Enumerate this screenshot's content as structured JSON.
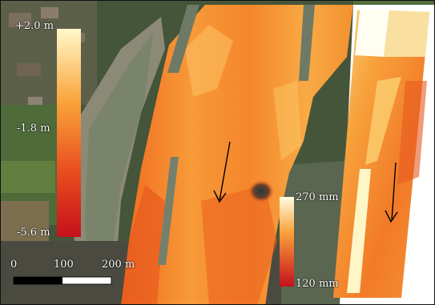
{
  "map": {
    "colors": {
      "low": "#c8141e",
      "mid": "#f57a22",
      "high": "#fff8c8",
      "vegetation": "#3f5233",
      "river": "#6d7a6a"
    }
  },
  "elevation_legend": {
    "max_label": "+2.0 m",
    "mid_label": "-1.8 m",
    "min_label": "-5.6 m"
  },
  "thickness_legend": {
    "max_label": "270 mm",
    "min_label": "120 mm"
  },
  "scale_bar": {
    "labels": [
      "0",
      "100",
      "200 m"
    ]
  },
  "arrows": [
    {
      "name": "flow-arrow-main"
    },
    {
      "name": "flow-arrow-inset"
    }
  ]
}
